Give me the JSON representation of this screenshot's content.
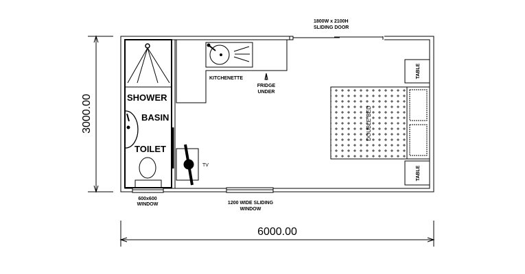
{
  "labels": {
    "shower": "SHOWER",
    "basin": "BASIN",
    "toilet": "TOILET",
    "kitchenette": "KITCHENETTE",
    "fridge_1": "FRIDGE",
    "fridge_2": "UNDER",
    "tv": "TV",
    "bed": "DOUBLE BED",
    "table_top": "TABLE",
    "table_bottom": "TABLE",
    "door_1": "1800W  x 2100H",
    "door_2": "SLIDING  DOOR",
    "window_small_1": "600x600",
    "window_small_2": "WINDOW",
    "window_large_1": "1200  WIDE  SLIDING",
    "window_large_2": "WINDOW"
  },
  "dimensions": {
    "height": "3000.00",
    "width": "6000.00"
  }
}
